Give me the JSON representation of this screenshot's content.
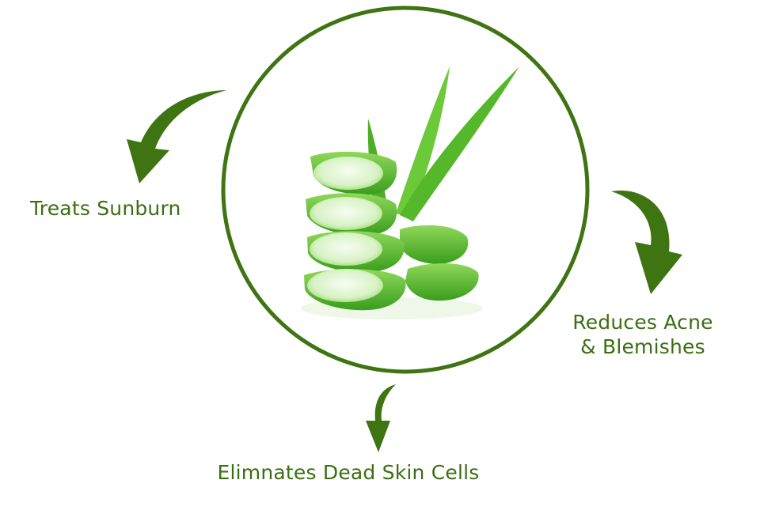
{
  "benefits": {
    "sunburn": "Treats Sunburn",
    "acne_line1": "Reduces Acne",
    "acne_line2": "& Blemishes",
    "dead_skin": "Elimnates Dead Skin Cells"
  },
  "colors": {
    "arrow": "#3f7412",
    "label": "#3b6e12",
    "ring": "#3f7412",
    "leaf_light": "#a6e07a",
    "leaf_mid": "#6cc93a",
    "leaf_dark": "#3a9d1c",
    "flesh": "#e9f8e0"
  },
  "icons": {
    "center": "aloe-vera-plant-icon",
    "arrows": "curved-arrow-icon"
  }
}
